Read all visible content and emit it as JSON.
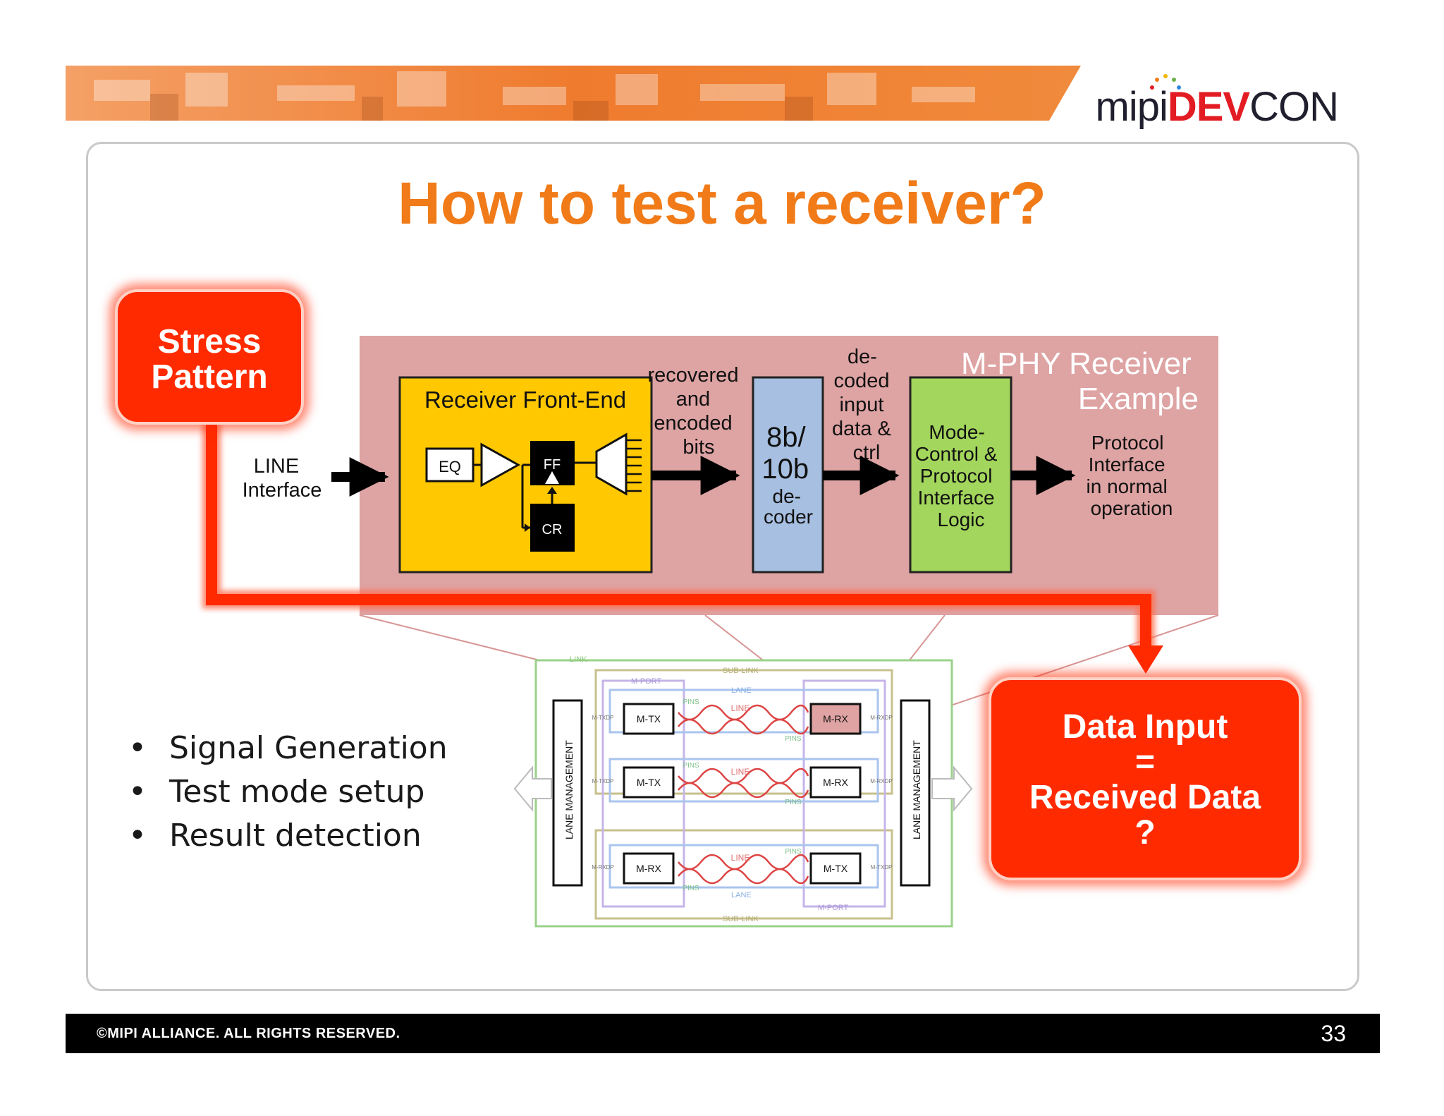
{
  "logo": {
    "mipi": "mipi",
    "dev": "DEV",
    "con": "CON"
  },
  "title": "How to test a receiver?",
  "callouts": {
    "stress": [
      "Stress",
      "Pattern"
    ],
    "data_input": [
      "Data Input",
      "=",
      "Received Data",
      "?"
    ]
  },
  "diagram": {
    "panel_title": [
      "M-PHY Receiver",
      "Example"
    ],
    "line_interface": [
      "LINE",
      "Interface"
    ],
    "front_end": "Receiver Front-End",
    "eq": "EQ",
    "ff": "FF",
    "cr": "CR",
    "recovered": [
      "recovered",
      "and",
      "encoded",
      "bits"
    ],
    "decoder": [
      "8b/",
      "10b",
      "de-",
      "coder"
    ],
    "decoded": [
      "de-",
      "coded",
      "input",
      "data &",
      "ctrl"
    ],
    "logic": [
      "Mode-",
      "Control &",
      "Protocol",
      "Interface",
      "Logic"
    ],
    "protocol": [
      "Protocol",
      "Interface",
      "in normal",
      "operation"
    ],
    "colors": {
      "panel": "#dea3a3",
      "front_end": "#ffc800",
      "decoder": "#a7bfe0",
      "logic": "#a3d65c",
      "accent": "#ff2a00"
    }
  },
  "lane_diagram": {
    "link": "LINK",
    "sub_link": "SUB-LINK",
    "m_port": "M-PORT",
    "lane": "LANE",
    "lane_mgmt": "LANE MANAGEMENT",
    "mtx": "M-TX",
    "mrx": "M-RX",
    "pins": "PINS",
    "mtxdp": "M-TXDP",
    "mrxdp": "M-RXDP"
  },
  "bullets": [
    "Signal Generation",
    "Test mode setup",
    "Result detection"
  ],
  "footer": {
    "copyright": "©MIPI ALLIANCE. ALL RIGHTS RESERVED.",
    "page": "33"
  }
}
